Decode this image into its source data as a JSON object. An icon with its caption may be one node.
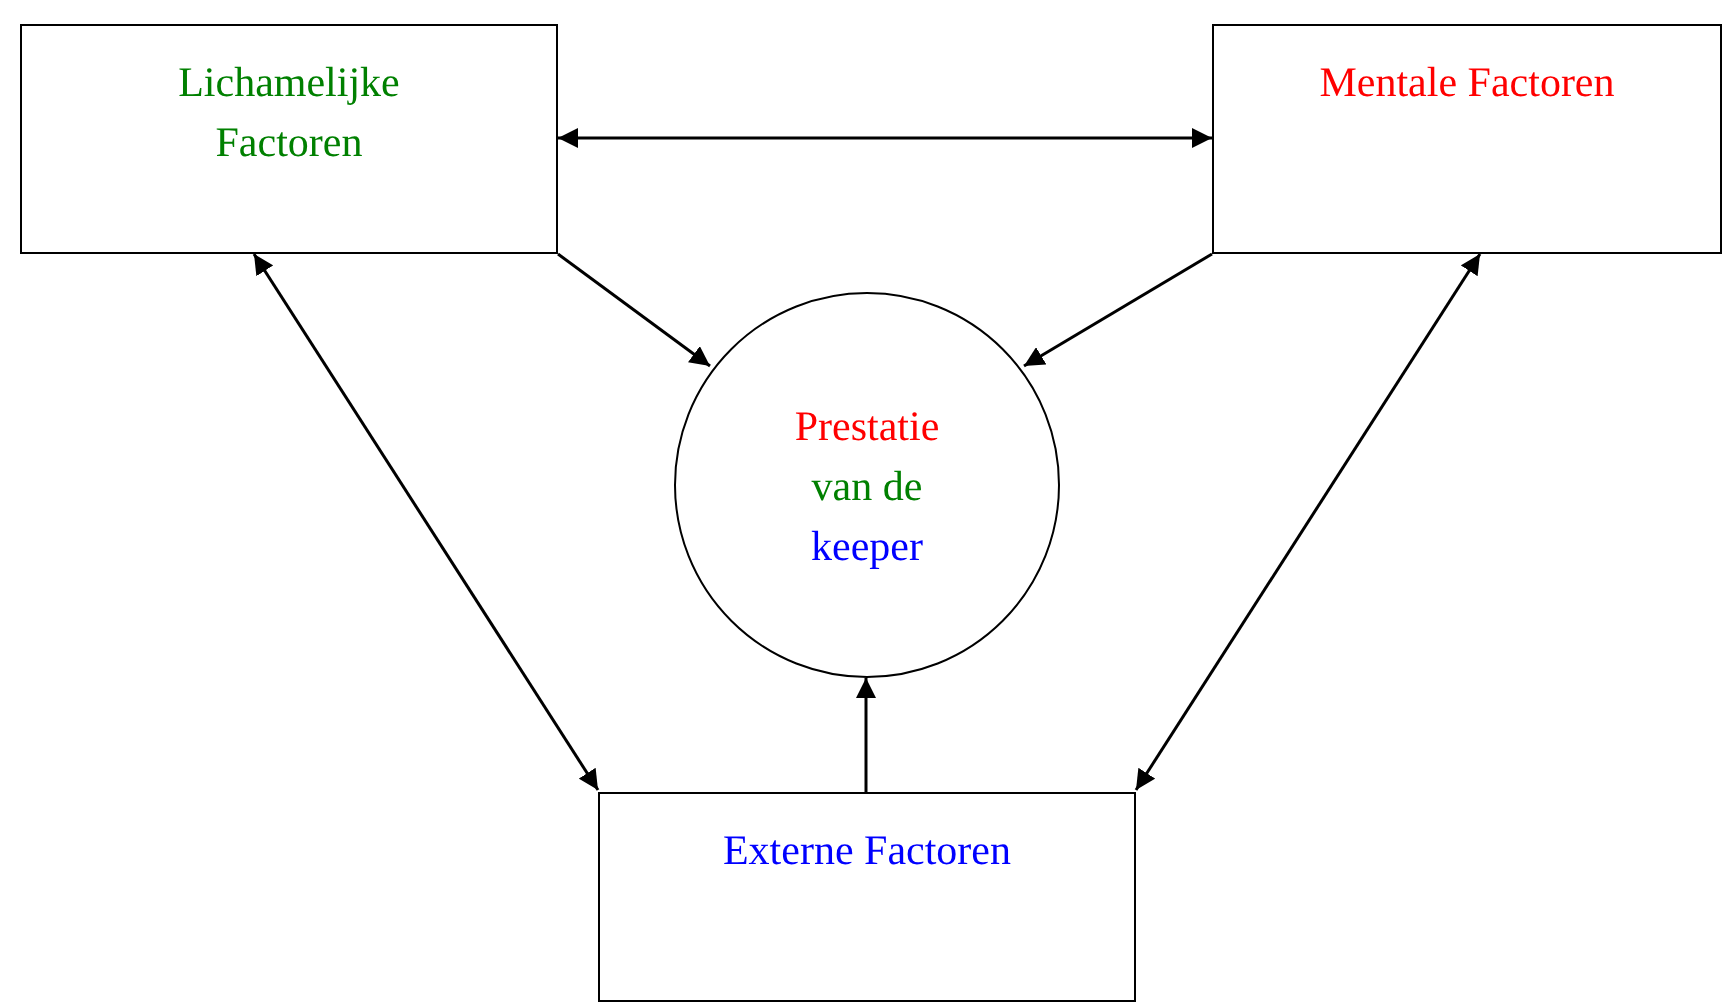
{
  "diagram": {
    "nodes": [
      {
        "text": [
          "Lichamelijke Factoren"
        ]
      },
      {
        "text": [
          "Mentale Factoren"
        ]
      },
      {
        "text": [
          "Prestatie",
          "van de",
          "keeper"
        ]
      },
      {
        "text": [
          "Externe Factoren"
        ]
      }
    ],
    "edges": [
      {
        "from": 0,
        "to": 1,
        "arrow": "both"
      },
      {
        "from": 0,
        "to": 2,
        "arrow": "to"
      },
      {
        "from": 1,
        "to": 2,
        "arrow": "to"
      },
      {
        "from": 0,
        "to": 3,
        "arrow": "both"
      },
      {
        "from": 1,
        "to": 3,
        "arrow": "both"
      },
      {
        "from": 3,
        "to": 2,
        "arrow": "to"
      }
    ]
  }
}
